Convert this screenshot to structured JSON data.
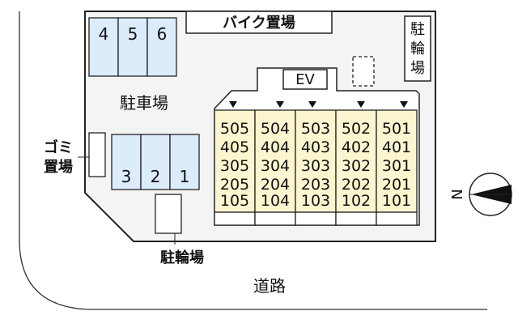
{
  "bike_parking_top": "バイク置場",
  "bike_rack_right": [
    "駐",
    "輪",
    "場"
  ],
  "bike_rack_bottom": "駐輪場",
  "car_parking_label": "駐車場",
  "garbage_label": [
    "ゴミ",
    "置場"
  ],
  "road_label": "道路",
  "elevator_label": "EV",
  "north_label": "N",
  "parking_spaces_top": [
    "4",
    "5",
    "6"
  ],
  "parking_spaces_bottom": [
    "3",
    "2",
    "1"
  ],
  "building_columns": [
    [
      "505",
      "405",
      "305",
      "205",
      "105"
    ],
    [
      "504",
      "404",
      "304",
      "204",
      "104"
    ],
    [
      "503",
      "403",
      "303",
      "203",
      "103"
    ],
    [
      "502",
      "402",
      "302",
      "202",
      "102"
    ],
    [
      "501",
      "401",
      "301",
      "201",
      "101"
    ]
  ],
  "colors": {
    "parking_fill": "#dcecfb",
    "unit_fill": "#fbf6cf",
    "lot_fill": "#f4f4f4",
    "stroke": "#222222"
  }
}
